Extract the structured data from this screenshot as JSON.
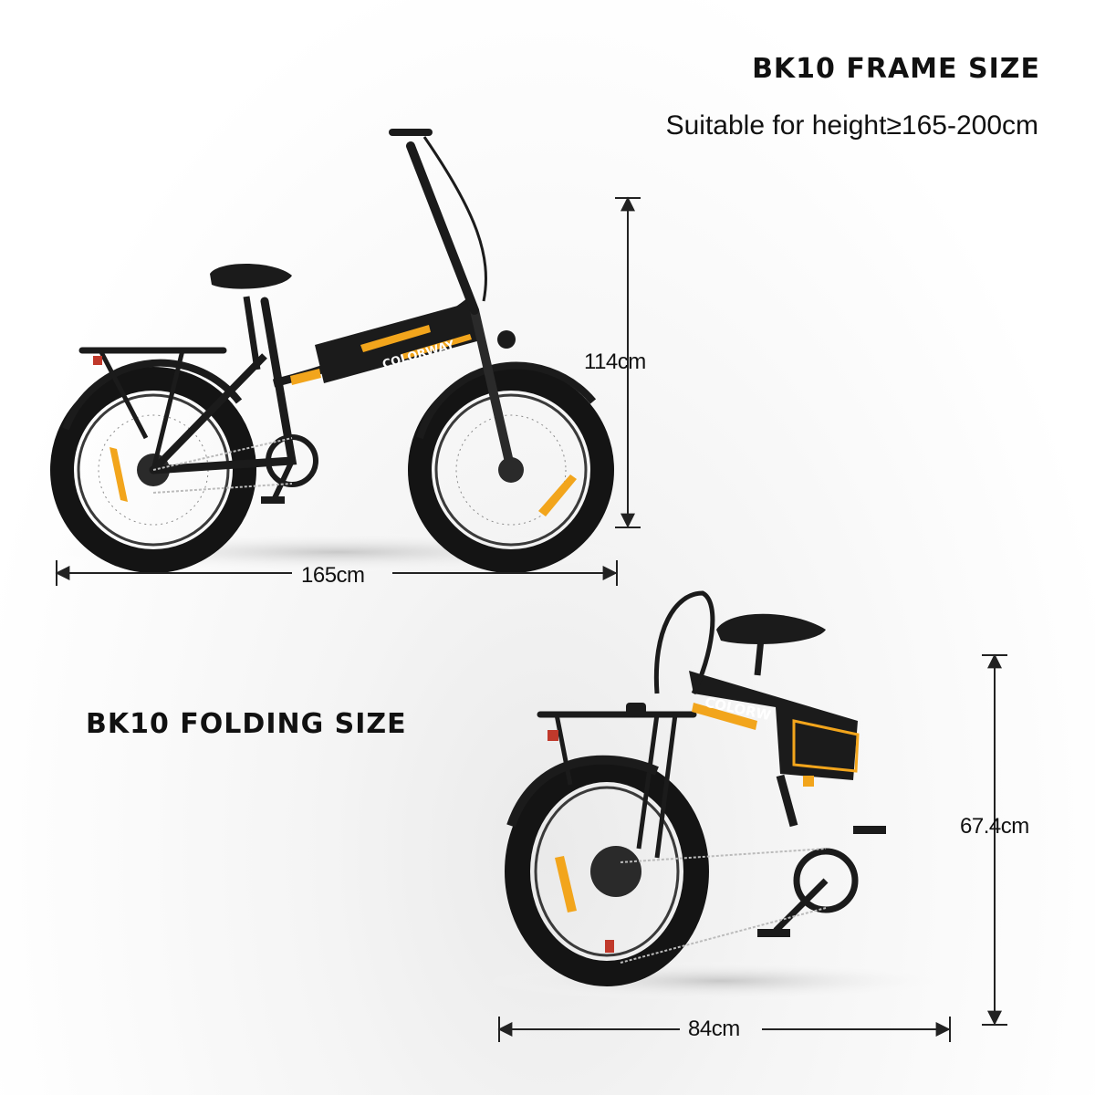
{
  "frame": {
    "title": "BK10 FRAME SIZE",
    "subtitle": "Suitable for height≥165-200cm",
    "height_label": "114cm",
    "length_label": "165cm",
    "brand": "COLORWAY"
  },
  "folding": {
    "title": "BK10 FOLDING SIZE",
    "height_label": "67.4cm",
    "length_label": "84cm",
    "brand": "COLORW"
  },
  "colors": {
    "frame": "#1b1b1b",
    "accent": "#f2a51c",
    "tire": "#141414",
    "rim": "#3a3a3a",
    "dimension_line": "#222222"
  }
}
